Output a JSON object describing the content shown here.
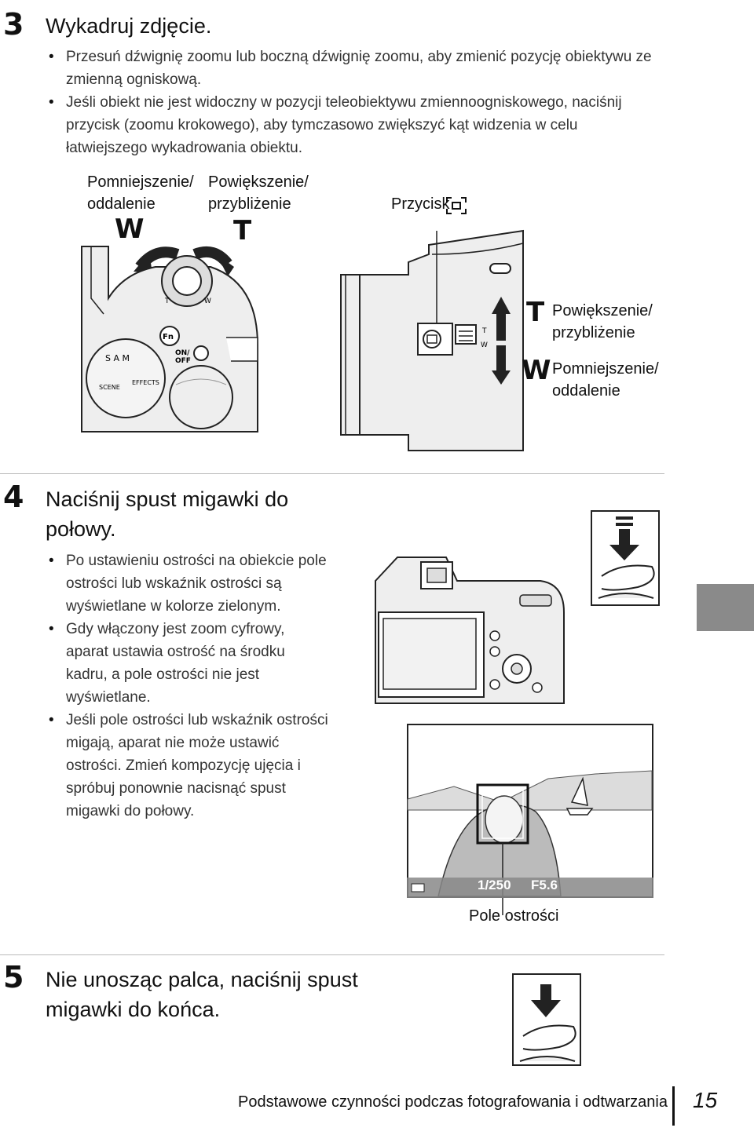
{
  "step3": {
    "number": "3",
    "title": "Wykadruj zdjęcie.",
    "bullets": [
      "Przesuń dźwignię zoomu lub boczną dźwignię zoomu, aby zmienić pozycję obiektywu ze zmienną ogniskową.",
      "Jeśli obiekt nie jest widoczny w pozycji teleobiektywu zmiennoogniskowego, naciśnij przycisk (zoomu krokowego), aby tymczasowo zwiększyć kąt widzenia w celu łatwiejszego wykadrowania obiektu."
    ],
    "labels": {
      "zoom_out": "Pomniejszenie/\noddalenie",
      "zoom_in": "Powiększenie/\nprzybliżenie",
      "button": "Przycisk",
      "zoom_in_side": "Powiększenie/\nprzybliżenie",
      "zoom_out_side": "Pomniejszenie/\noddalenie",
      "w_letter": "W",
      "t_letter": "T",
      "side_t": "T",
      "side_w": "W"
    }
  },
  "step4": {
    "number": "4",
    "title": "Naciśnij spust migawki do połowy.",
    "bullets": [
      "Po ustawieniu ostrości na obiekcie pole ostrości lub wskaźnik ostrości są wyświetlane w kolorze zielonym.",
      "Gdy włączony jest zoom cyfrowy, aparat ustawia ostrość na środku kadru, a pole ostrości nie jest wyświetlane.",
      "Jeśli pole ostrości lub wskaźnik ostrości migają, aparat nie może ustawić ostrości. Zmień kompozycję ujęcia i spróbuj ponownie nacisnąć spust migawki do połowy."
    ],
    "screen": {
      "shutter": "1/250",
      "aperture": "F5.6"
    },
    "focus_label": "Pole ostrości"
  },
  "step5": {
    "number": "5",
    "title": "Nie unosząc palca, naciśnij spust migawki do końca."
  },
  "footer": {
    "text": "Podstawowe czynności podczas fotografowania i odtwarzania",
    "page": "15"
  },
  "colors": {
    "tab": "#8a8a8a",
    "rule": "#bbbbbb"
  }
}
